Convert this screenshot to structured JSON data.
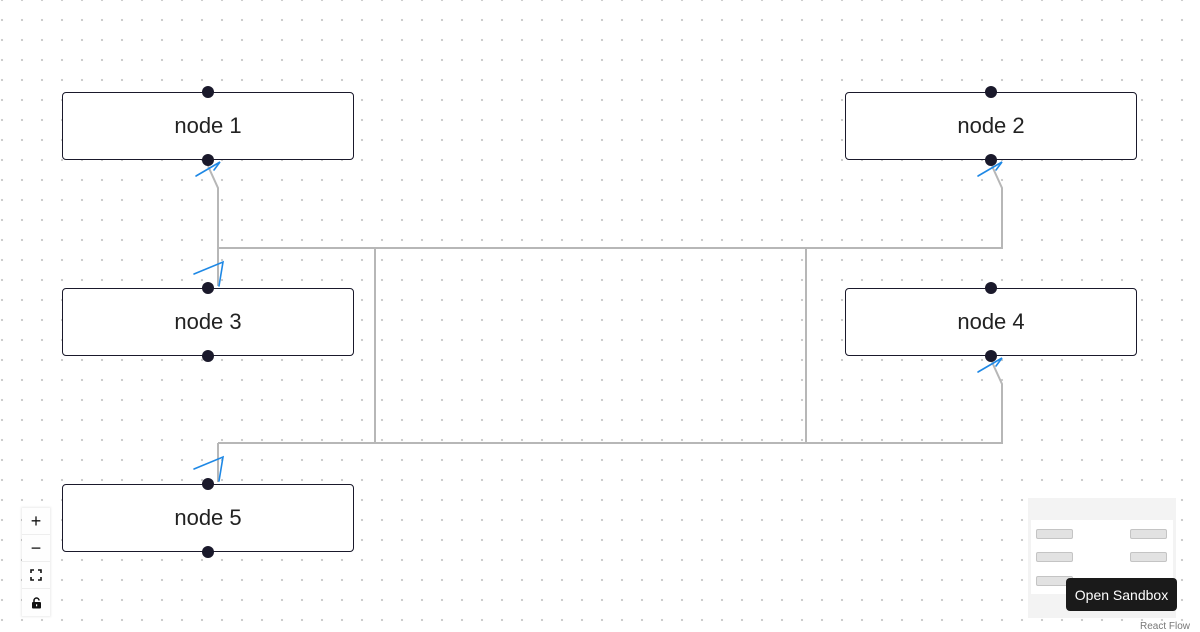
{
  "nodes": [
    {
      "label": "node 1"
    },
    {
      "label": "node 2"
    },
    {
      "label": "node 3"
    },
    {
      "label": "node 4"
    },
    {
      "label": "node 5"
    }
  ],
  "controls": {
    "zoom_in": "+",
    "zoom_out": "−",
    "fit_view_icon": "fit-view-icon",
    "lock_icon": "lock-icon"
  },
  "open_sandbox": "Open Sandbox",
  "attribution": "React Flow",
  "colors": {
    "node_border": "#1a192b",
    "edge": "#b1b1b7",
    "edge_marker": "#1e88e5",
    "background_dot": "#c9c9c9",
    "button_bg": "#1a1a1a"
  }
}
